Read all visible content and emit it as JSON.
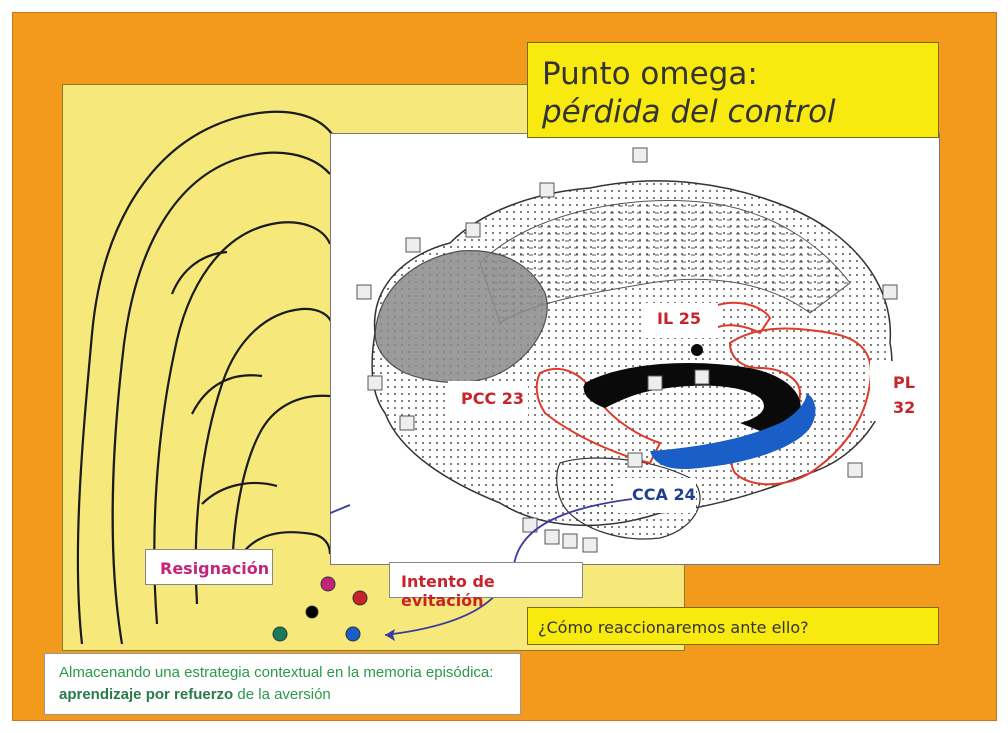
{
  "title": {
    "line1": "Punto omega:",
    "line2": "pérdida del control"
  },
  "regions": {
    "il": "IL 25",
    "pcc": "PCC 23",
    "pl_1": "PL",
    "pl_2": "32",
    "cca": "CCA 24"
  },
  "labels": {
    "resignacion": "Resignación",
    "intento": "Intento de evitación",
    "question": "¿Cómo reaccionaremos ante ello?"
  },
  "bottom": {
    "line1": "Almacenando una estrategia contextual en la memoria episódica:",
    "bold": "aprendizaje por refuerzo",
    "rest": " de la aversión"
  },
  "colors": {
    "frame": "#f39a1c",
    "ear_panel": "#f6e87a",
    "title_bg": "#f8ea0f",
    "region_outline": "#e03a2a",
    "cca_fill": "#1a5fc8",
    "dots": [
      "#c4247a",
      "#c4247a",
      "#000000",
      "#c8232b",
      "#1a7a5a",
      "#1a5fc8"
    ]
  }
}
